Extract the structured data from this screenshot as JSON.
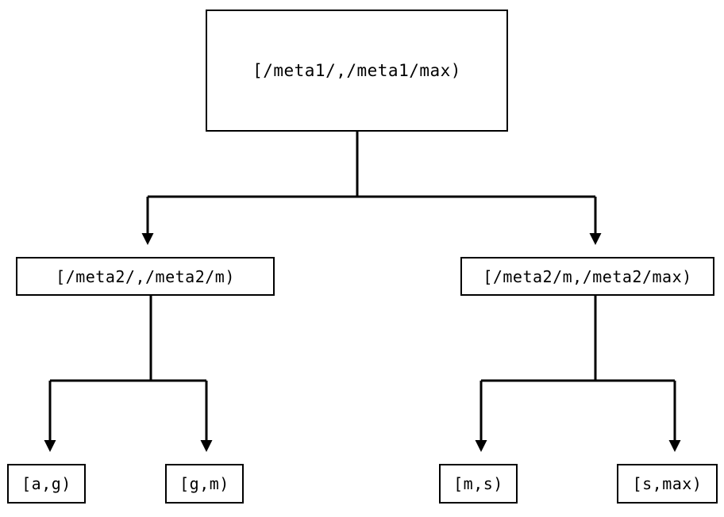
{
  "diagram": {
    "type": "tree",
    "orientation": "top-down",
    "background_color": "#ffffff",
    "stroke_color": "#000000",
    "title": "",
    "nodes": {
      "root": {
        "label": "[/meta1/,/meta1/max)",
        "level": 0
      },
      "mid_left": {
        "label": "[/meta2/,/meta2/m)",
        "level": 1
      },
      "mid_right": {
        "label": "[/meta2/m,/meta2/max)",
        "level": 1
      },
      "leaf_1": {
        "label": "[a,g)",
        "level": 2
      },
      "leaf_2": {
        "label": "[g,m)",
        "level": 2
      },
      "leaf_3": {
        "label": "[m,s)",
        "level": 2
      },
      "leaf_4": {
        "label": "[s,max)",
        "level": 2
      }
    },
    "edges": [
      {
        "from": "root",
        "to": "mid_left",
        "arrowhead": "filled-triangle-down"
      },
      {
        "from": "root",
        "to": "mid_right",
        "arrowhead": "filled-triangle-down"
      },
      {
        "from": "mid_left",
        "to": "leaf_1",
        "arrowhead": "filled-triangle-down"
      },
      {
        "from": "mid_left",
        "to": "leaf_2",
        "arrowhead": "filled-triangle-down"
      },
      {
        "from": "mid_right",
        "to": "leaf_3",
        "arrowhead": "filled-triangle-down"
      },
      {
        "from": "mid_right",
        "to": "leaf_4",
        "arrowhead": "filled-triangle-down"
      }
    ]
  }
}
